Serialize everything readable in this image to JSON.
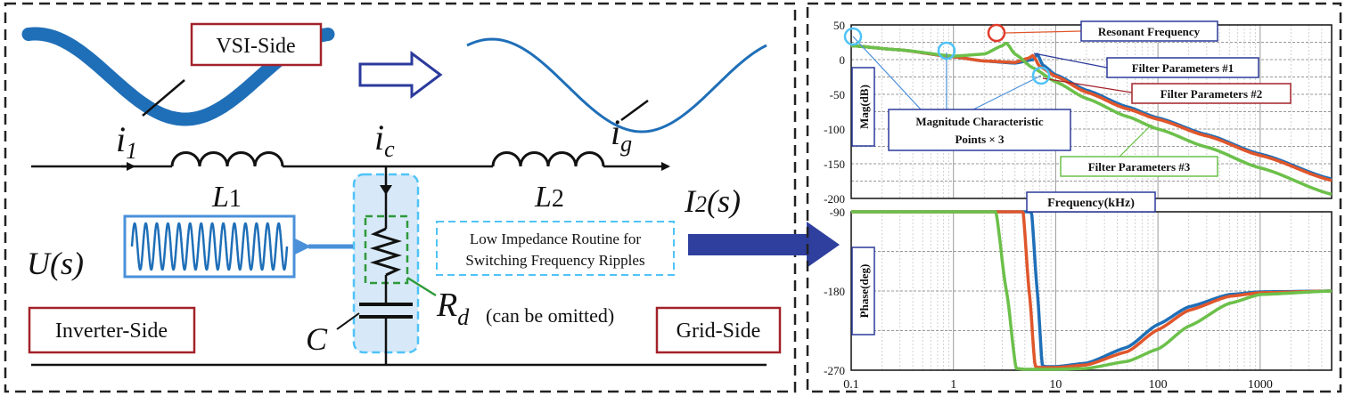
{
  "circuit": {
    "vsi_side_label": "VSI-Side",
    "inverter_side_label": "Inverter-Side",
    "grid_side_label": "Grid-Side",
    "current_i1": {
      "main": "i",
      "sub": "1"
    },
    "current_ic": {
      "main": "i",
      "sub": "c"
    },
    "current_ig": {
      "main": "i",
      "sub": "g"
    },
    "inductor_l1": {
      "main": "L",
      "sub": "1"
    },
    "inductor_l2": {
      "main": "L",
      "sub": "2"
    },
    "input_voltage": "U(s)",
    "output_current": {
      "main": "I",
      "sub": "2",
      "tail": "(s)"
    },
    "capacitor": "C",
    "resistor": {
      "main": "R",
      "sub": "d"
    },
    "resistor_note": "(can be omitted)",
    "routine_label_line1": "Low Impedance Routine for",
    "routine_label_line2": "Switching Frequency Ripples"
  },
  "bode": {
    "xlabel": "Frequency(kHz)",
    "mag_ylabel": "Mag(dB)",
    "phase_ylabel": "Phase(deg)",
    "x_tick_labels": [
      "0.1",
      "1",
      "10",
      "100",
      "1000"
    ],
    "mag_tick_labels": [
      "50",
      "0",
      "-50",
      "-100",
      "-150",
      "-200"
    ],
    "phase_tick_labels": [
      "-90",
      "-180",
      "-270"
    ],
    "annotations": {
      "resonant": "Resonant Frequency",
      "filter1": "Filter Parameters #1",
      "filter2": "Filter Parameters #2",
      "filter3": "Filter Parameters #3",
      "char_points_line1": "Magnitude Characteristic",
      "char_points_line2": "Points × 3"
    },
    "colors": {
      "filter1": "#1f6fb8",
      "filter2": "#e0562b",
      "filter3": "#6cc04a"
    }
  },
  "chart_data": {
    "type": "line",
    "title": "",
    "xlabel": "Frequency(kHz)",
    "x_scale": "log",
    "xlim": [
      0.1,
      5000
    ],
    "magnitude": {
      "ylabel": "Mag(dB)",
      "ylim": [
        -200,
        50
      ],
      "series": [
        {
          "name": "Filter Parameters #1",
          "x": [
            0.1,
            0.3,
            1,
            2,
            4,
            6,
            6.6,
            7.5,
            10,
            20,
            50,
            100,
            300,
            1000,
            5000
          ],
          "y": [
            20,
            14,
            4,
            -2,
            -5,
            0,
            8,
            -8,
            -22,
            -44,
            -68,
            -84,
            -108,
            -136,
            -172
          ]
        },
        {
          "name": "Filter Parameters #2",
          "x": [
            0.1,
            0.3,
            1,
            2,
            4,
            5.4,
            6,
            7,
            10,
            20,
            50,
            100,
            300,
            1000,
            5000
          ],
          "y": [
            20,
            14,
            4,
            -2,
            -4,
            2,
            6,
            -10,
            -24,
            -47,
            -71,
            -86,
            -110,
            -138,
            -174
          ]
        },
        {
          "name": "Filter Parameters #3",
          "x": [
            0.1,
            0.3,
            1,
            2,
            3,
            3.3,
            4,
            6,
            10,
            20,
            50,
            100,
            300,
            1000,
            5000
          ],
          "y": [
            20,
            14,
            5,
            8,
            20,
            24,
            8,
            -12,
            -32,
            -56,
            -82,
            -100,
            -126,
            -156,
            -194
          ]
        }
      ]
    },
    "phase": {
      "ylabel": "Phase(deg)",
      "ylim": [
        -270,
        -90
      ],
      "series": [
        {
          "name": "Filter Parameters #1",
          "x": [
            0.1,
            5.8,
            6.6,
            7.4,
            8,
            10,
            20,
            50,
            100,
            200,
            500,
            1000,
            5000
          ],
          "y": [
            -90,
            -90,
            -180,
            -265,
            -266,
            -266,
            -262,
            -244,
            -218,
            -198,
            -184,
            -181,
            -180
          ]
        },
        {
          "name": "Filter Parameters #2",
          "x": [
            0.1,
            4.8,
            5.5,
            6.3,
            7,
            10,
            20,
            50,
            100,
            200,
            500,
            1000,
            5000
          ],
          "y": [
            -90,
            -90,
            -180,
            -266,
            -267,
            -267,
            -264,
            -249,
            -224,
            -202,
            -186,
            -182,
            -180
          ]
        },
        {
          "name": "Filter Parameters #3",
          "x": [
            0.1,
            2.6,
            3.3,
            4.1,
            5,
            10,
            20,
            50,
            100,
            200,
            500,
            1000,
            5000
          ],
          "y": [
            -90,
            -90,
            -180,
            -268,
            -269,
            -269,
            -268,
            -260,
            -246,
            -220,
            -194,
            -184,
            -180
          ]
        }
      ]
    },
    "grid": true
  }
}
